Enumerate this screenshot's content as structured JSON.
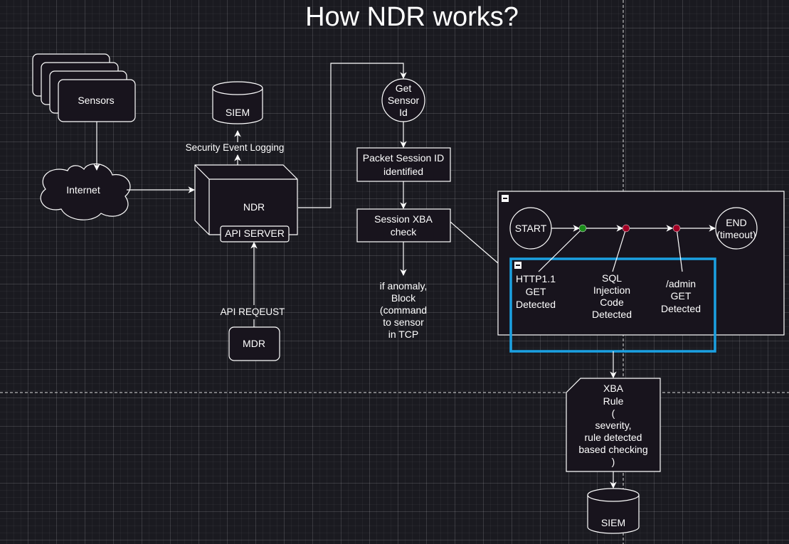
{
  "title": "How NDR works?",
  "nodes": {
    "sensors": "Sensors",
    "internet": "Internet",
    "siem_top": "SIEM",
    "security_logging": "Security Event Logging",
    "ndr": "NDR",
    "api_server": "API SERVER",
    "api_request": "API REQEUST",
    "mdr": "MDR",
    "get_sensor_id": [
      "Get",
      "Sensor",
      "Id"
    ],
    "packet_session": [
      "Packet Session ID",
      "identified"
    ],
    "session_xba": [
      "Session XBA",
      "check"
    ],
    "anomaly_note": [
      "if anomaly,",
      "Block",
      "(command",
      "to sensor",
      "in TCP"
    ],
    "start": "START",
    "end": [
      "END",
      "(timeout)"
    ],
    "http_get": [
      "HTTP1.1",
      "GET",
      "Detected"
    ],
    "sql_injection": [
      "SQL",
      "Injection",
      "Code",
      "Detected"
    ],
    "admin_get": [
      "/admin",
      "GET",
      "Detected"
    ],
    "xba_rule": [
      "XBA",
      "Rule",
      "(",
      "severity,",
      "rule detected",
      "based checking",
      ")"
    ],
    "siem_bottom": "SIEM"
  },
  "colors": {
    "highlight": "#1ba1e2",
    "dot_green": "#1a8c1a",
    "dot_red": "#a20025"
  },
  "icons": {
    "collapse": "minus-square-icon"
  }
}
